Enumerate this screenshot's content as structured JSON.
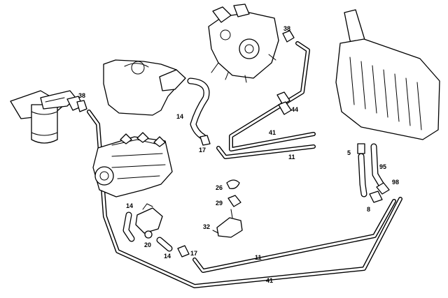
{
  "callouts": {
    "clamp_tank_38": "38",
    "clamp_filter_38": "38",
    "clip_44": "44",
    "pipe_upper_41": "41",
    "pipe_upper_11": "11",
    "hose_upper_14": "14",
    "clamp_upper_17": "17",
    "sender_5": "5",
    "hose_95": "95",
    "clamp_98": "98",
    "clamp_8": "8",
    "part_26": "26",
    "part_29": "29",
    "part_32": "32",
    "hose_left_14": "14",
    "part_20": "20",
    "hose_lower_14": "14",
    "clamp_lower_17": "17",
    "pipe_lower_11": "11",
    "pipe_lower_41": "41"
  }
}
